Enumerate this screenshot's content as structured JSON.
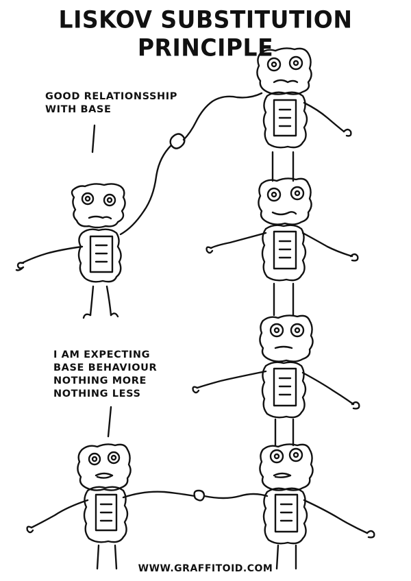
{
  "title": "LISKOV SUBSTITUTION PRINCIPLE",
  "captions": {
    "top": [
      "GOOD RELATIONSSHIP",
      "WITH BASE"
    ],
    "bottom": [
      "I AM EXPECTING",
      "BASE BEHAVIOUR",
      "NOTHING MORE",
      "NOTHING LESS"
    ]
  },
  "credit": "WWW.GRAFFITOID.COM",
  "figures": [
    {
      "name": "left-robot-top",
      "pose": "standing"
    },
    {
      "name": "tower-robot-1",
      "pose": "top-of-tower"
    },
    {
      "name": "tower-robot-2",
      "pose": "middle-of-tower"
    },
    {
      "name": "tower-robot-3",
      "pose": "middle-of-tower"
    },
    {
      "name": "tower-robot-4",
      "pose": "bottom-of-tower"
    },
    {
      "name": "left-robot-bottom",
      "pose": "standing"
    }
  ]
}
